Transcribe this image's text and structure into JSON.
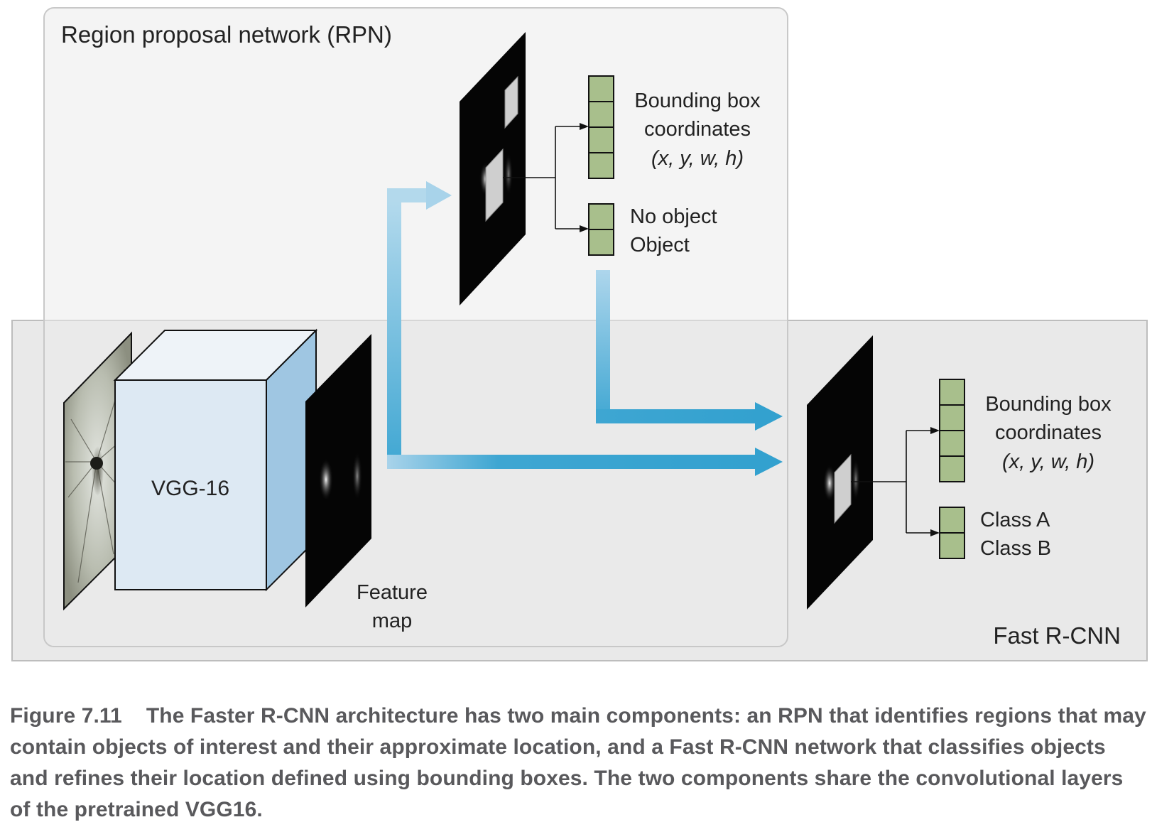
{
  "rpn": {
    "title": "Region proposal network (RPN)"
  },
  "fast_rcnn": {
    "title": "Fast R-CNN"
  },
  "vgg": {
    "label": "VGG-16"
  },
  "feature_map": {
    "line1": "Feature",
    "line2": "map"
  },
  "rpn_outputs": {
    "bbox": {
      "line1": "Bounding box",
      "line2": "coordinates",
      "line3": "(x, y, w, h)"
    },
    "objectness": {
      "line1": "No object",
      "line2": "Object"
    }
  },
  "frcnn_outputs": {
    "bbox": {
      "line1": "Bounding box",
      "line2": "coordinates",
      "line3": "(x, y, w, h)"
    },
    "classes": {
      "line1": "Class A",
      "line2": "Class B"
    }
  },
  "caption": {
    "figure_number": "Figure 7.11",
    "text": "The Faster R-CNN architecture has two main components: an RPN that identifies regions that may contain objects of interest and their approximate location, and a Fast R-CNN network that classifies objects and refines their location defined using bounding boxes. The two components share the convolutional layers of the pretrained VGG16."
  },
  "colors": {
    "panel_fill": "#ebebeb",
    "panel_stroke": "#c8c8c8",
    "arrow_blue": "#3ea6d2",
    "cell_green": "#a8bf8c",
    "cube_front": "#dde9f3",
    "cube_side": "#9fc6e2",
    "caption_text": "#59595c"
  }
}
